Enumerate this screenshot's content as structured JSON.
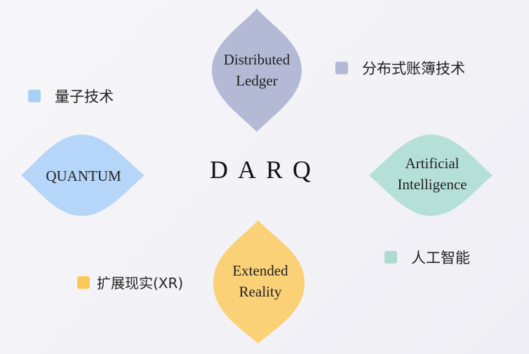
{
  "center": {
    "title": "DARQ"
  },
  "petals": {
    "ledger": {
      "line1": "Distributed",
      "line2": "Ledger",
      "color": "#b4bad6"
    },
    "quantum": {
      "line1": "QUANTUM",
      "color": "#b5d6f8"
    },
    "ai": {
      "line1": "Artificial",
      "line2": "Intelligence",
      "color": "#b5e0d8"
    },
    "xr": {
      "line1": "Extended",
      "line2": "Reality",
      "color": "#fbd178"
    }
  },
  "legend": {
    "ledger": {
      "label": "分布式账簿技术",
      "color": "#b4bad6"
    },
    "quantum": {
      "label": "量子技术",
      "color": "#a8cff5"
    },
    "ai": {
      "label": "人工智能",
      "color": "#acdccf"
    },
    "xr": {
      "label": "扩展现实(XR)",
      "color": "#fbc95a"
    }
  }
}
